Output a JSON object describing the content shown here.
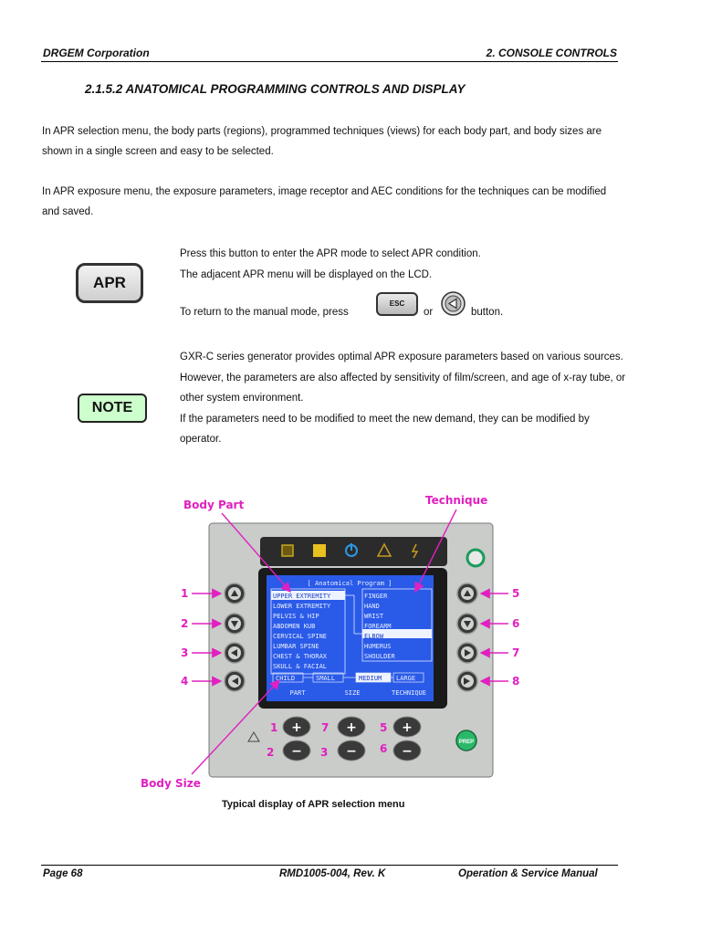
{
  "header": {
    "left": "DRGEM Corporation",
    "right": "2. CONSOLE CONTROLS"
  },
  "section_title": "2.1.5.2 ANATOMICAL PROGRAMMING CONTROLS AND DISPLAY",
  "paragraphs": [
    "In APR selection menu, the body parts (regions), programmed techniques (views) for each body part, and body sizes are shown in a single screen and easy to be selected.",
    "In APR exposure menu, the exposure parameters, image receptor and AEC conditions for the techniques can be modified and saved."
  ],
  "apr_button_label": "APR",
  "apr_text": {
    "line1": "Press this button to enter the APR mode to select APR condition.",
    "line2": "The adjacent APR menu will be displayed on the LCD.",
    "line3_before": "To return to the manual mode, press",
    "line3_or": "or",
    "line3_after": "button."
  },
  "esc_label": "ESC",
  "note_label": "NOTE",
  "note_text": {
    "line1": "GXR-C series generator provides optimal APR exposure parameters based on various sources.",
    "line2": "However, the parameters are also affected by sensitivity of film/screen, and age of x-ray tube, or other system environment.",
    "line3": "If the parameters need to be modified to meet the new demand, they can be modified by operator."
  },
  "figure": {
    "annotations": {
      "body_part": "Body Part",
      "technique": "Technique",
      "body_size": "Body Size"
    },
    "lcd": {
      "title": "[ Anatomical Program ]",
      "body_parts": [
        "UPPER EXTREMITY",
        "LOWER EXTREMITY",
        "PELVIS & HIP",
        "ABDOMEN KUB",
        "CERVICAL SPINE",
        "LUMBAR SPINE",
        "CHEST & THORAX",
        "SKULL & FACIAL"
      ],
      "techniques": [
        "FINGER",
        "HAND",
        "WRIST",
        "FOREARM",
        "ELBOW",
        "HUMERUS",
        "SHOULDER"
      ],
      "sizes": [
        "CHILD",
        "SMALL",
        "MEDIUM",
        "LARGE"
      ],
      "footer": [
        "PART",
        "SIZE",
        "TECHNIQUE"
      ]
    },
    "left_numbers": [
      "1",
      "2",
      "3",
      "4"
    ],
    "right_numbers": [
      "5",
      "6",
      "7",
      "8"
    ],
    "bottom_numbers": [
      "1",
      "7",
      "5",
      "2",
      "3",
      "6"
    ],
    "prep_label": "PREP"
  },
  "caption": "Typical display of APR selection menu",
  "footer": {
    "left": "Page 68",
    "middle": "RMD1005-004, Rev. K",
    "right": "Operation & Service Manual"
  },
  "colors": {
    "annotation": "#e020c0",
    "lcd": "#2a5ae8",
    "note_fill": "#ccffcc"
  }
}
